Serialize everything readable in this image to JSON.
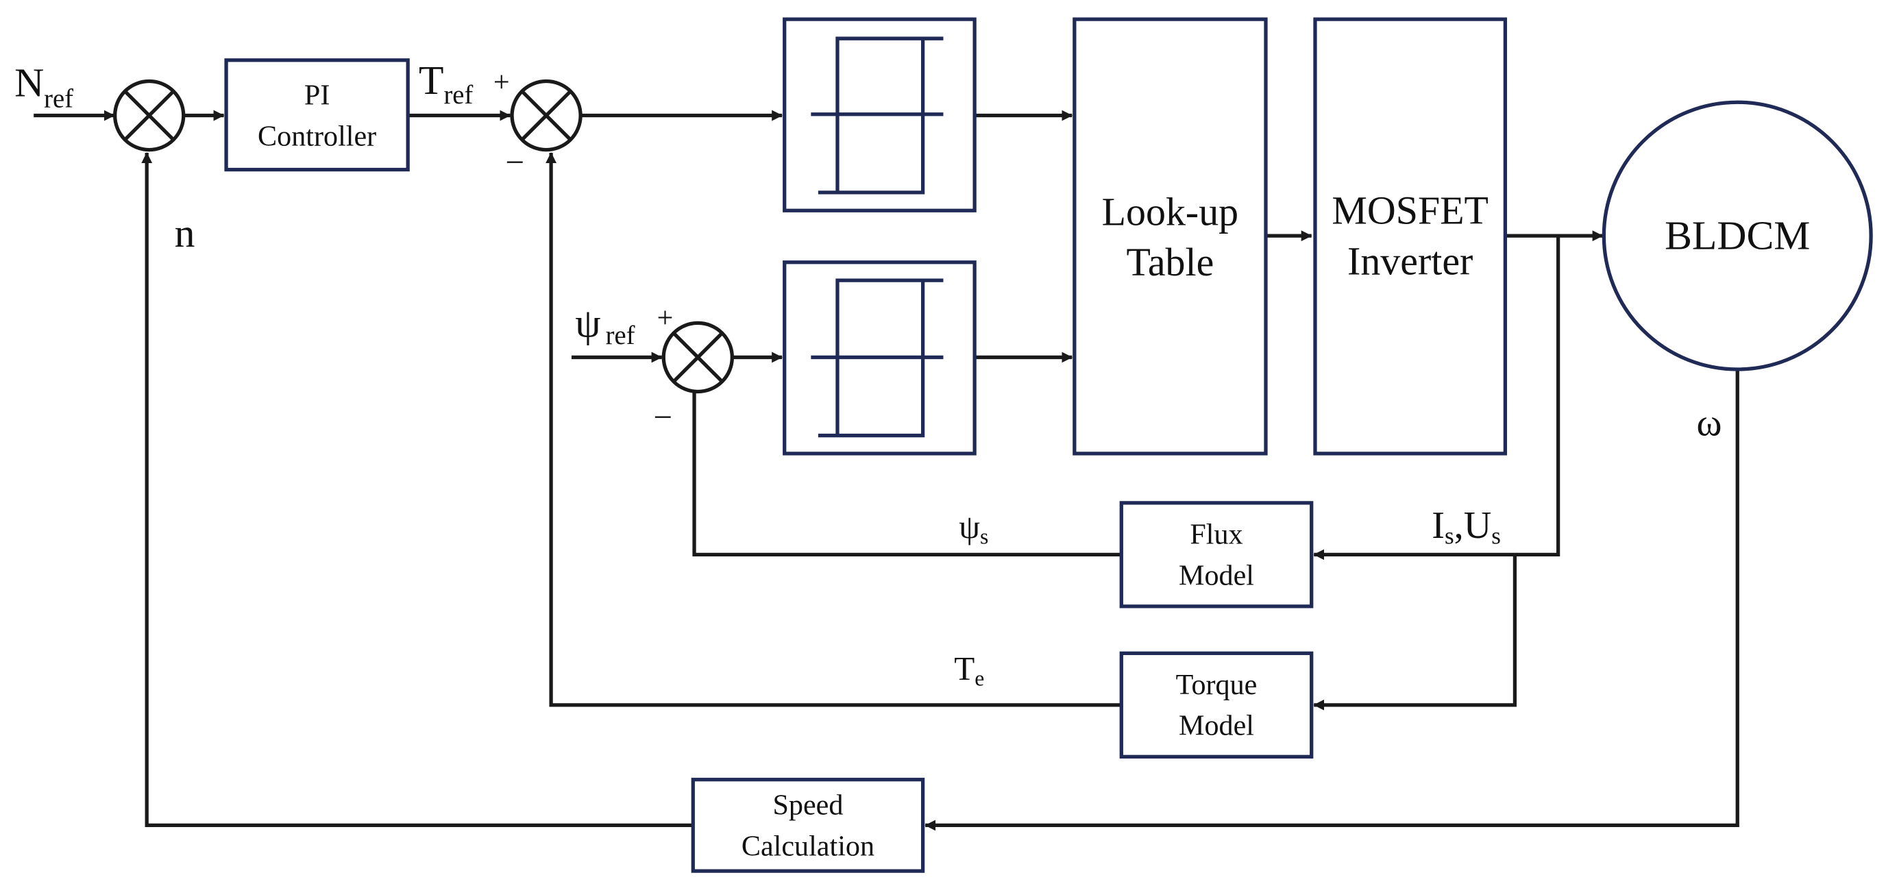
{
  "blocks": {
    "pi_controller": [
      "PI",
      "Controller"
    ],
    "lookup_table": [
      "Look-up",
      "Table"
    ],
    "mosfet_inverter": [
      "MOSFET",
      "Inverter"
    ],
    "motor": "BLDCM",
    "flux_model": [
      "Flux",
      "Model"
    ],
    "torque_model": [
      "Torque",
      "Model"
    ],
    "speed_calculation": [
      "Speed",
      "Calculation"
    ]
  },
  "signals": {
    "speed_ref": {
      "main": "N",
      "sub": "ref"
    },
    "torque_ref": {
      "main": "T",
      "sub": "ref"
    },
    "flux_ref": {
      "main": "ψ",
      "sub": "ref"
    },
    "speed_feedback": "n",
    "rotor_speed": "ω",
    "flux_feedback": {
      "main": "ψ",
      "sub": "s"
    },
    "torque_feedback": {
      "main": "T",
      "sub": "e"
    },
    "current_voltage": {
      "main1": "I",
      "sub1": "s",
      "sep": ",",
      "main2": "U",
      "sub2": "s"
    }
  },
  "signs": {
    "plus": "+",
    "minus": "−"
  }
}
